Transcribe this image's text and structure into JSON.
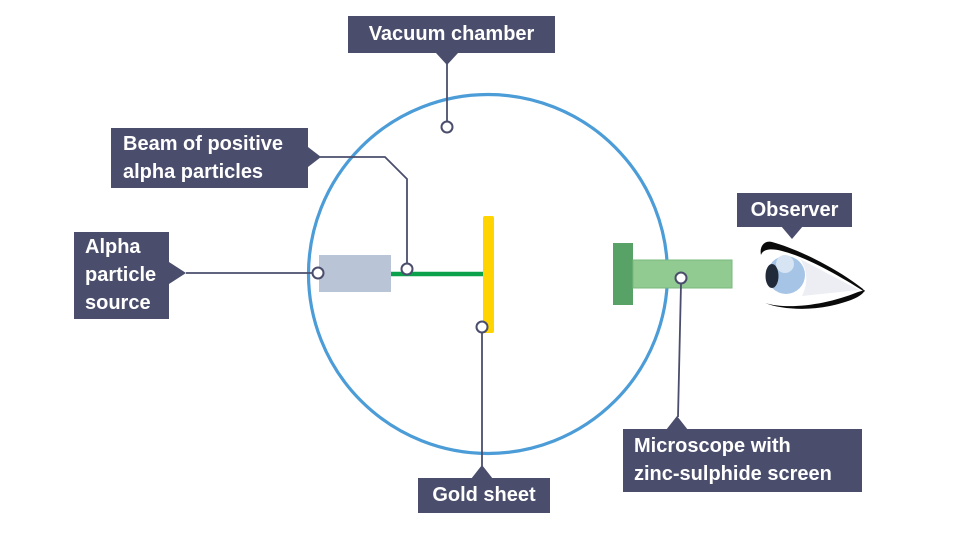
{
  "labels": {
    "vacuum_chamber": "Vacuum chamber",
    "beam": "Beam of positive\nalpha particles",
    "alpha_source": "Alpha\nparticle\nsource",
    "gold_sheet": "Gold sheet",
    "microscope": "Microscope with\nzinc-sulphide screen",
    "observer": "Observer"
  },
  "icons": {
    "observer": "eye-icon"
  },
  "colors": {
    "background": "#ffffff",
    "label_bg": "#4a4e6c",
    "label_text": "#ffffff",
    "connector": "#4a4e6c",
    "chamber_stroke": "#4b9cd7",
    "beam_green": "#0ca14b",
    "source_fill": "#b9c4d7",
    "gold_fill": "#ffd400",
    "microscope_dark": "#58a267",
    "microscope_light": "#92cb92",
    "microscope_light_border": "#79ba7c",
    "iris_blue": "#a6c4e6",
    "iris_highlight": "#d6e4f4",
    "pupil": "#202a38",
    "sclera": "#eceef3",
    "eyelash": "#0a0a0a",
    "marker_fill": "#ffffff"
  }
}
